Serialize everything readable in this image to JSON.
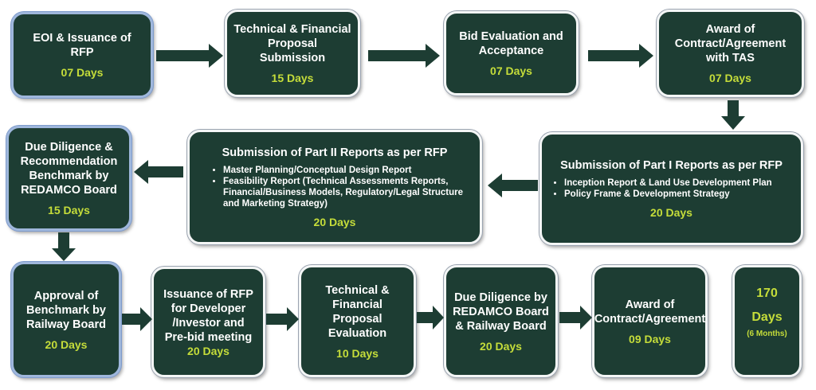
{
  "steps": [
    {
      "title": "EOI & Issuance of RFP",
      "days": "07 Days"
    },
    {
      "title": "Technical & Financial Proposal Submission",
      "days": "15 Days"
    },
    {
      "title": "Bid Evaluation and Acceptance",
      "days": "07 Days"
    },
    {
      "title": "Award of Contract/Agreement with TAS",
      "days": "07 Days"
    },
    {
      "title": "Submission of Part I Reports as per RFP",
      "bullets": [
        "Inception Report & Land Use Development Plan",
        "Policy Frame & Development Strategy"
      ],
      "days": "20 Days"
    },
    {
      "title": "Submission of Part II Reports as per RFP",
      "bullets": [
        "Master Planning/Conceptual Design Report",
        "Feasibility Report (Technical Assessments Reports, Financial/Business Models, Regulatory/Legal Structure and Marketing Strategy)"
      ],
      "days": "20 Days"
    },
    {
      "title": "Due Diligence & Recommendation Benchmark by REDAMCO Board",
      "days": "15 Days"
    },
    {
      "title": "Approval of Benchmark by Railway Board",
      "days": "20 Days"
    },
    {
      "title": "Issuance of RFP for Developer /Investor and Pre-bid meeting",
      "days": "20 Days"
    },
    {
      "title": "Technical & Financial Proposal Evaluation",
      "days": "10 Days"
    },
    {
      "title": "Due Diligence by REDAMCO Board & Railway Board",
      "days": "20 Days"
    },
    {
      "title": "Award of Contract/Agreement",
      "days": "09 Days"
    }
  ],
  "total": {
    "value": "170",
    "unit": "Days",
    "note": "(6 Months)"
  },
  "colors": {
    "box": "#1d3d33",
    "days": "#c5dd3a"
  }
}
